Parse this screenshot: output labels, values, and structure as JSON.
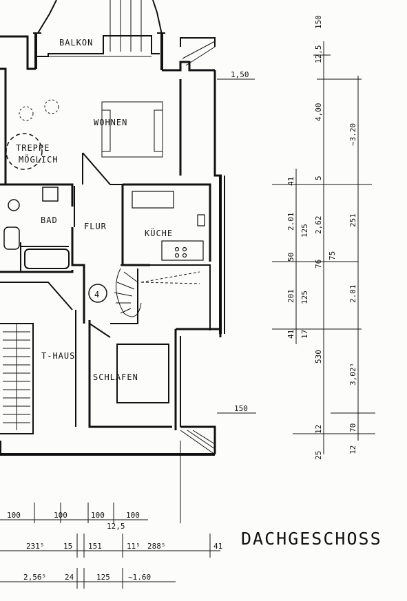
{
  "drawing_title": "DACHGESCHOSS",
  "rooms": {
    "balkon": "BALKON",
    "wohnen": "WOHNEN",
    "treppe_1": "TREPPE",
    "treppe_2": "MÖGLICH",
    "bad": "BAD",
    "flur": "FLUR",
    "kueche": "KÜCHE",
    "stair_number": "4",
    "t_haus": "T-HAUS",
    "schlafen": "SCHLAFEN"
  },
  "dimensions": {
    "right_top_150": "1,50",
    "right_mid_150": "150",
    "col1": {
      "d201a": "2.01",
      "d50": "50",
      "d201b": "201",
      "d530": "530",
      "d12": "12",
      "d25": "25",
      "d41a": "41",
      "d41b": "41"
    },
    "col2": {
      "d125a": "125",
      "d76": "76",
      "d125b": "125",
      "d17": "17"
    },
    "col3": {
      "d150": "150",
      "d125": "12,5",
      "d400": "4,00",
      "d5": "5",
      "d262": "2,62",
      "d75": "75",
      "d201": "2.01",
      "d302": "3,02⁵",
      "d70": "70",
      "d12": "12"
    },
    "col4": {
      "d320": "~3.20",
      "d251": "251"
    },
    "bottom_row1": [
      "100",
      "100",
      "100",
      "100",
      "12,5"
    ],
    "bottom_row2": [
      "231⁵",
      "15",
      "151",
      "11⁵",
      "288⁵",
      "41"
    ],
    "bottom_row3": [
      "2,56⁵",
      "24",
      "125",
      "~1.60"
    ]
  }
}
